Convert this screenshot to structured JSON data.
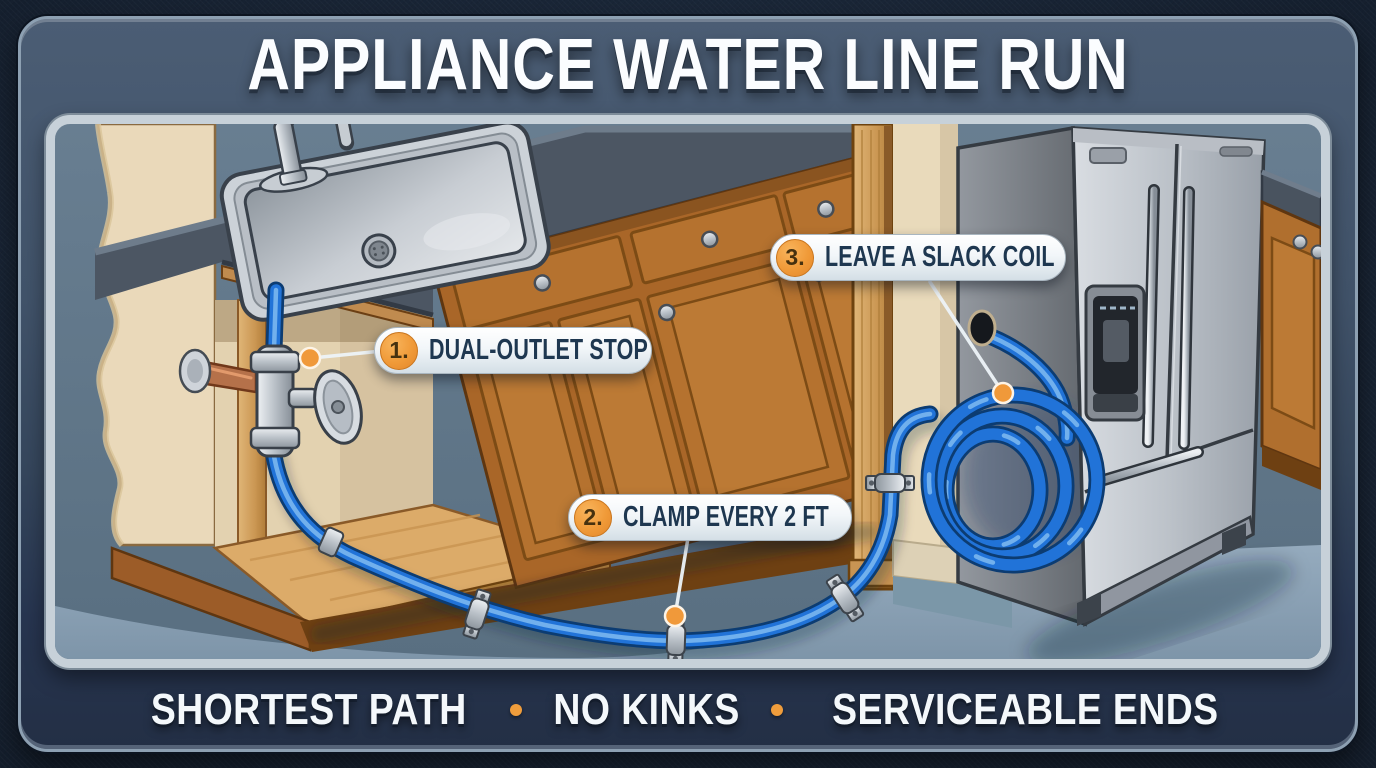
{
  "poster": {
    "title": "APPLIANCE WATER LINE RUN",
    "callouts": [
      {
        "number": "1.",
        "label": "DUAL-OUTLET STOP"
      },
      {
        "number": "2.",
        "label": "CLAMP EVERY 2 FT"
      },
      {
        "number": "3.",
        "label": "LEAVE A SLACK COIL"
      }
    ],
    "footer": {
      "items": [
        "SHORTEST PATH",
        "NO KINKS",
        "SERVICEABLE ENDS"
      ]
    },
    "colors": {
      "accent_orange": "#F09A38",
      "tube_blue": "#2173D8",
      "card_slate": "#41536A",
      "background_navy": "#1A2637",
      "panel_border_silver": "#C7D1D9",
      "callout_text_navy": "#1E3750",
      "footer_text": "#F4F8FB",
      "wood_brown": "#B06F2E",
      "copper": "#B5714A"
    }
  }
}
